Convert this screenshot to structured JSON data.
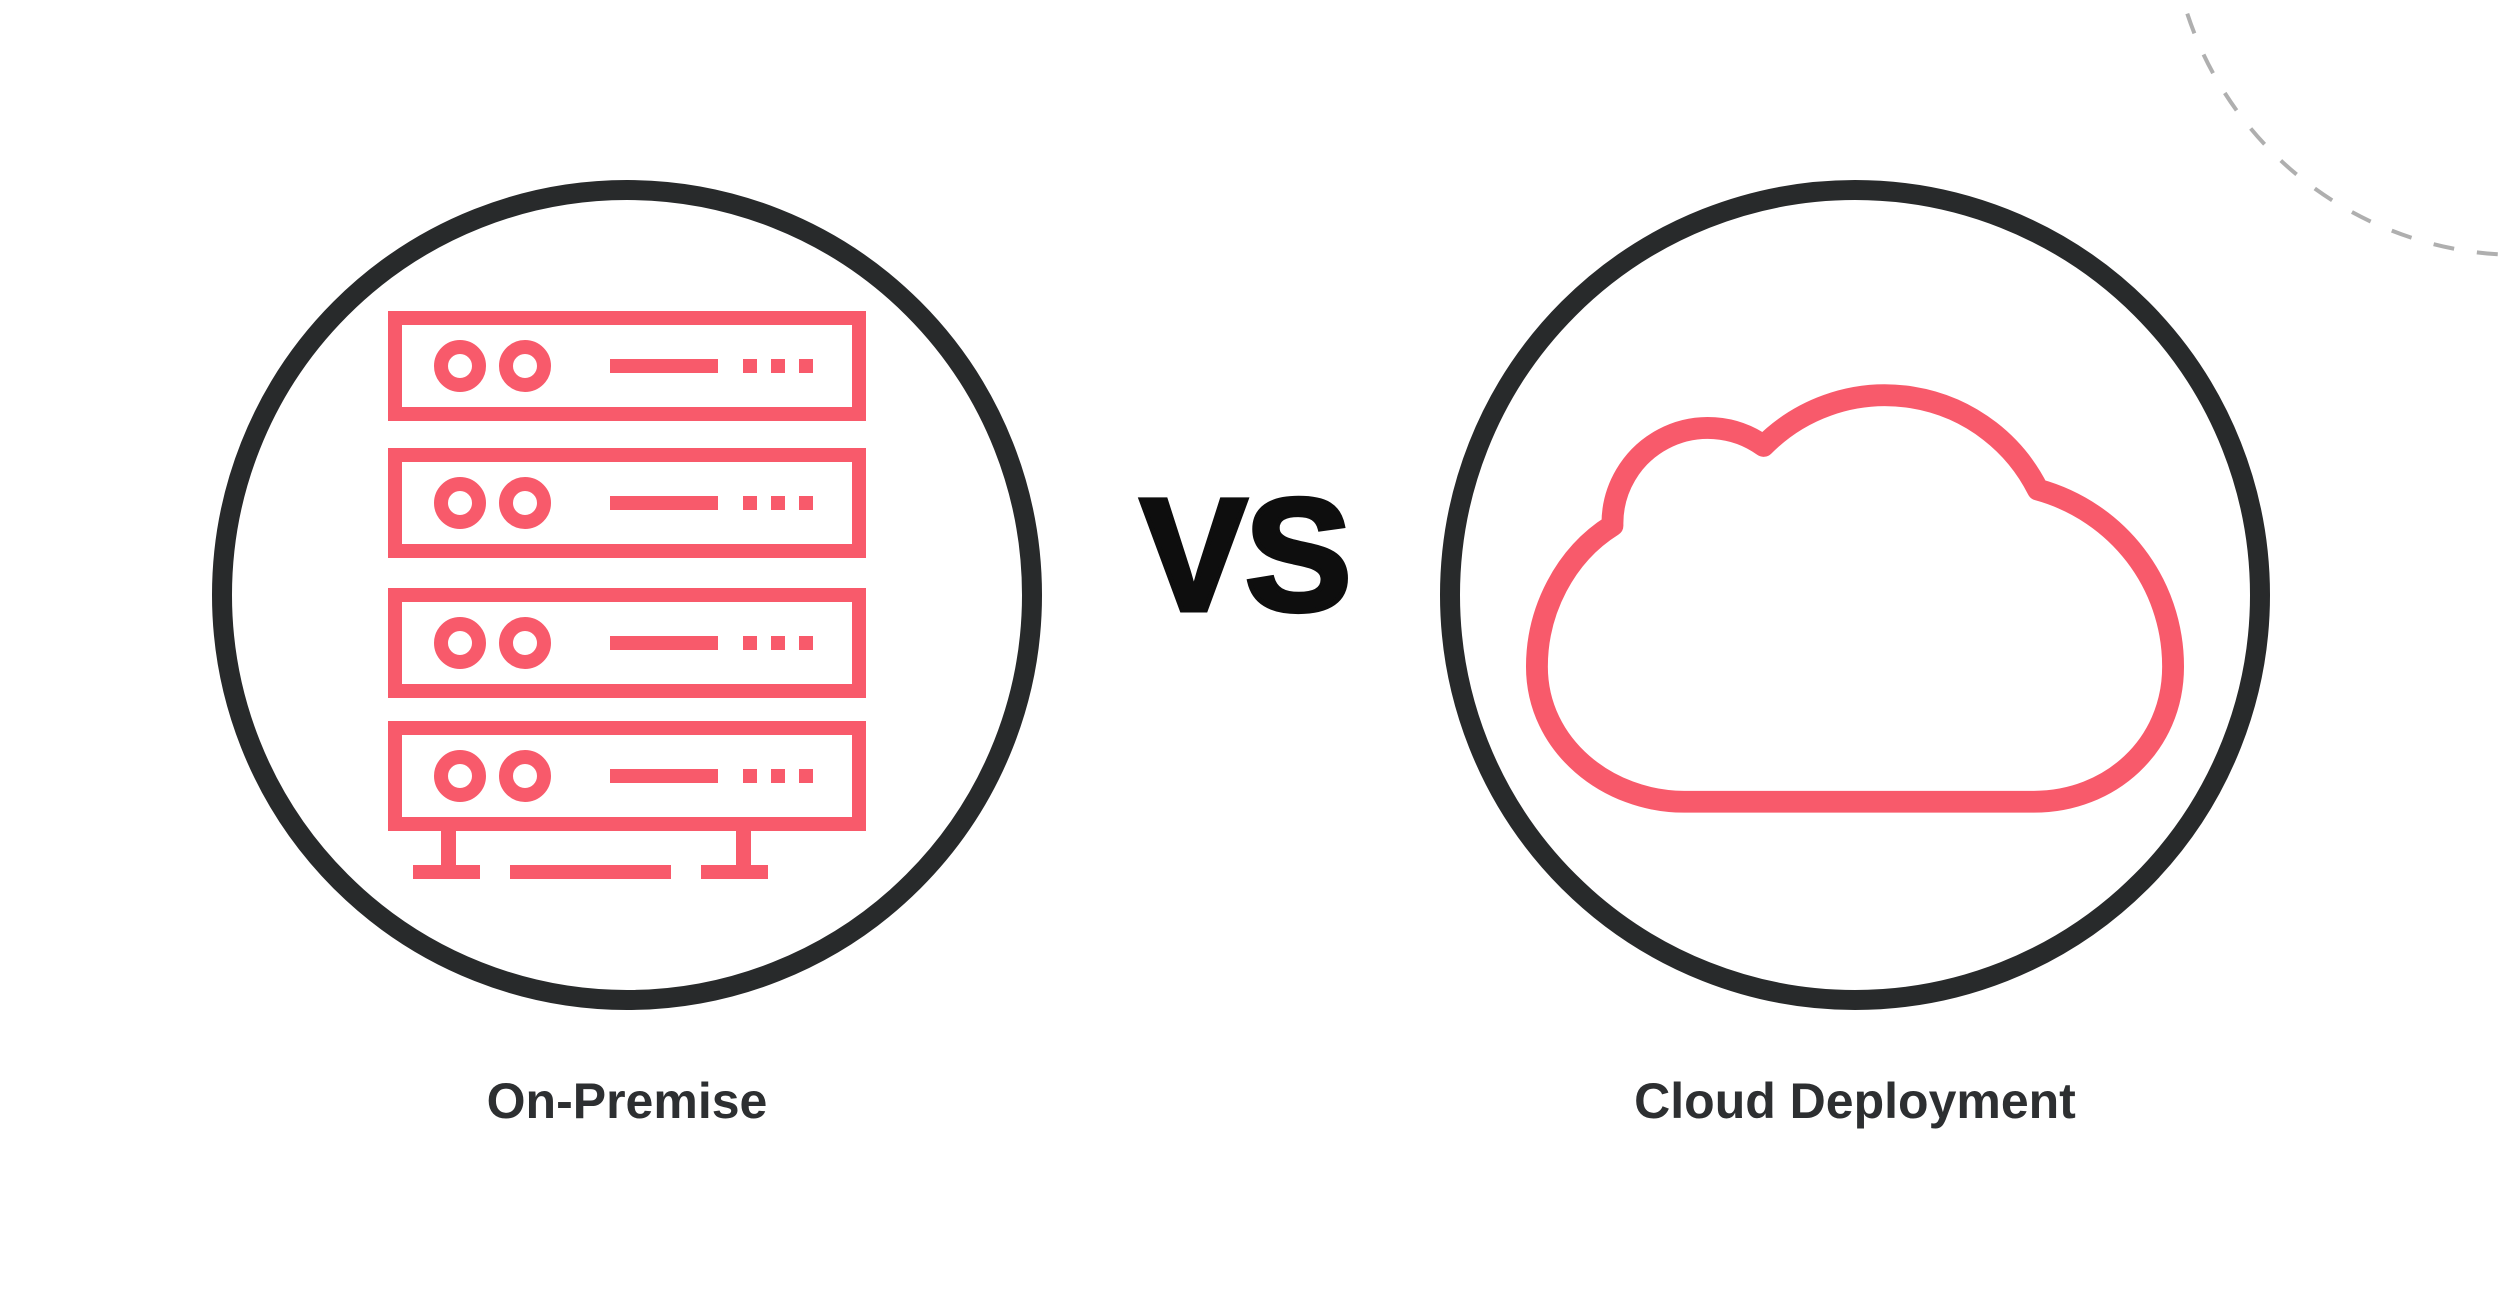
{
  "comparison": {
    "vs_label": "VS",
    "left": {
      "label": "On-Premise",
      "icon": "server-rack-icon"
    },
    "right": {
      "label": "Cloud Deployment",
      "icon": "cloud-icon"
    }
  },
  "decorations": {
    "dashed_circle_arc_position": "top-right"
  },
  "colors": {
    "background": "#FFFFFF",
    "accent_pink": "#F85A6B",
    "circle_outline_dark": "#282A2B",
    "vs_text": "#0E0E0E",
    "caption_text": "#2D2F31",
    "dashed_arc_gray": "#AFAFAF"
  }
}
